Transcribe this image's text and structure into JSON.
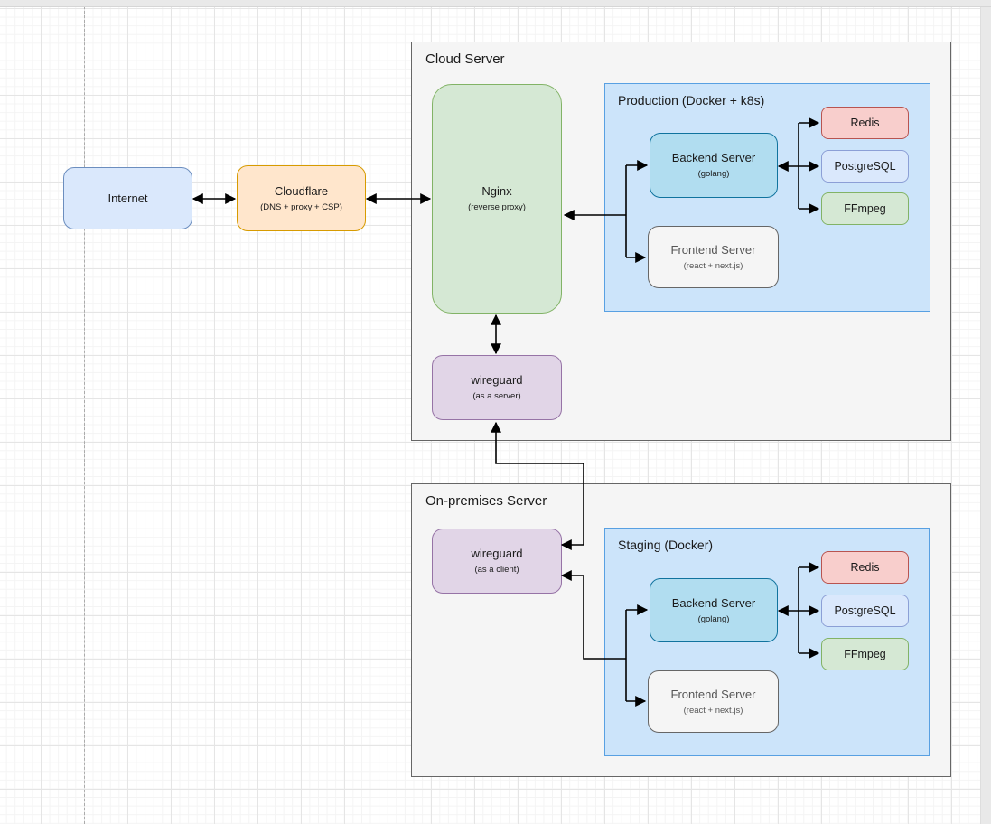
{
  "containers": {
    "cloud_server": {
      "label": "Cloud Server"
    },
    "production": {
      "label": "Production (Docker + k8s)"
    },
    "on_premises": {
      "label": "On-premises Server"
    },
    "staging": {
      "label": "Staging (Docker)"
    }
  },
  "nodes": {
    "internet": {
      "label": "Internet"
    },
    "cloudflare": {
      "label": "Cloudflare",
      "sublabel": "(DNS + proxy + CSP)"
    },
    "nginx": {
      "label": "Nginx",
      "sublabel": "(reverse proxy)"
    },
    "wireguard_server": {
      "label": "wireguard",
      "sublabel": "(as a server)"
    },
    "wireguard_client": {
      "label": "wireguard",
      "sublabel": "(as a client)"
    },
    "production_backend": {
      "label": "Backend Server",
      "sublabel": "(golang)"
    },
    "production_frontend": {
      "label": "Frontend Server",
      "sublabel": "(react + next.js)"
    },
    "production_redis": {
      "label": "Redis"
    },
    "production_postgresql": {
      "label": "PostgreSQL"
    },
    "production_ffmpeg": {
      "label": "FFmpeg"
    },
    "staging_backend": {
      "label": "Backend Server",
      "sublabel": "(golang)"
    },
    "staging_frontend": {
      "label": "Frontend Server",
      "sublabel": "(react + next.js)"
    },
    "staging_redis": {
      "label": "Redis"
    },
    "staging_postgresql": {
      "label": "PostgreSQL"
    },
    "staging_ffmpeg": {
      "label": "FFmpeg"
    }
  },
  "edges": [
    {
      "from": "internet",
      "to": "cloudflare",
      "arrows": "both"
    },
    {
      "from": "cloudflare",
      "to": "nginx",
      "arrows": "both"
    },
    {
      "from": "production_junction",
      "to": "nginx",
      "arrows": "end"
    },
    {
      "from": "production_junction",
      "to": "production_backend",
      "arrows": "end"
    },
    {
      "from": "production_junction",
      "to": "production_frontend",
      "arrows": "end"
    },
    {
      "from": "production_backend",
      "to": "production_postgresql",
      "arrows": "both"
    },
    {
      "from": "production_backend_branch",
      "to": "production_redis",
      "arrows": "end"
    },
    {
      "from": "production_backend_branch",
      "to": "production_ffmpeg",
      "arrows": "end"
    },
    {
      "from": "nginx",
      "to": "wireguard_server",
      "arrows": "both"
    },
    {
      "from": "wireguard_client",
      "to": "wireguard_server",
      "arrows": "both"
    },
    {
      "from": "staging_junction",
      "to": "wireguard_client",
      "arrows": "end"
    },
    {
      "from": "staging_junction",
      "to": "staging_backend",
      "arrows": "end"
    },
    {
      "from": "staging_junction",
      "to": "staging_frontend",
      "arrows": "end"
    },
    {
      "from": "staging_backend",
      "to": "staging_postgresql",
      "arrows": "both"
    },
    {
      "from": "staging_backend_branch",
      "to": "staging_redis",
      "arrows": "end"
    },
    {
      "from": "staging_backend_branch",
      "to": "staging_ffmpeg",
      "arrows": "end"
    }
  ],
  "colors": {
    "node_blue_fill": "#dae8fc",
    "node_blue_stroke": "#6c8ebf",
    "node_orange_fill": "#ffe6cc",
    "node_orange_stroke": "#d79b00",
    "node_green_fill": "#d5e8d4",
    "node_green_stroke": "#82b366",
    "node_purple_fill": "#e1d5e7",
    "node_purple_stroke": "#9673a6",
    "node_teal_fill": "#b1ddf0",
    "node_teal_stroke": "#10739e",
    "node_red_fill": "#f8cecc",
    "node_red_stroke": "#b85450",
    "node_gray_fill": "#f5f5f5",
    "node_gray_stroke": "#666666",
    "container_gray_fill": "#f5f5f5",
    "container_gray_stroke": "#666666",
    "container_blue_fill": "#cce4fa",
    "container_blue_stroke": "#58a0e2",
    "edge_color": "#000000"
  }
}
